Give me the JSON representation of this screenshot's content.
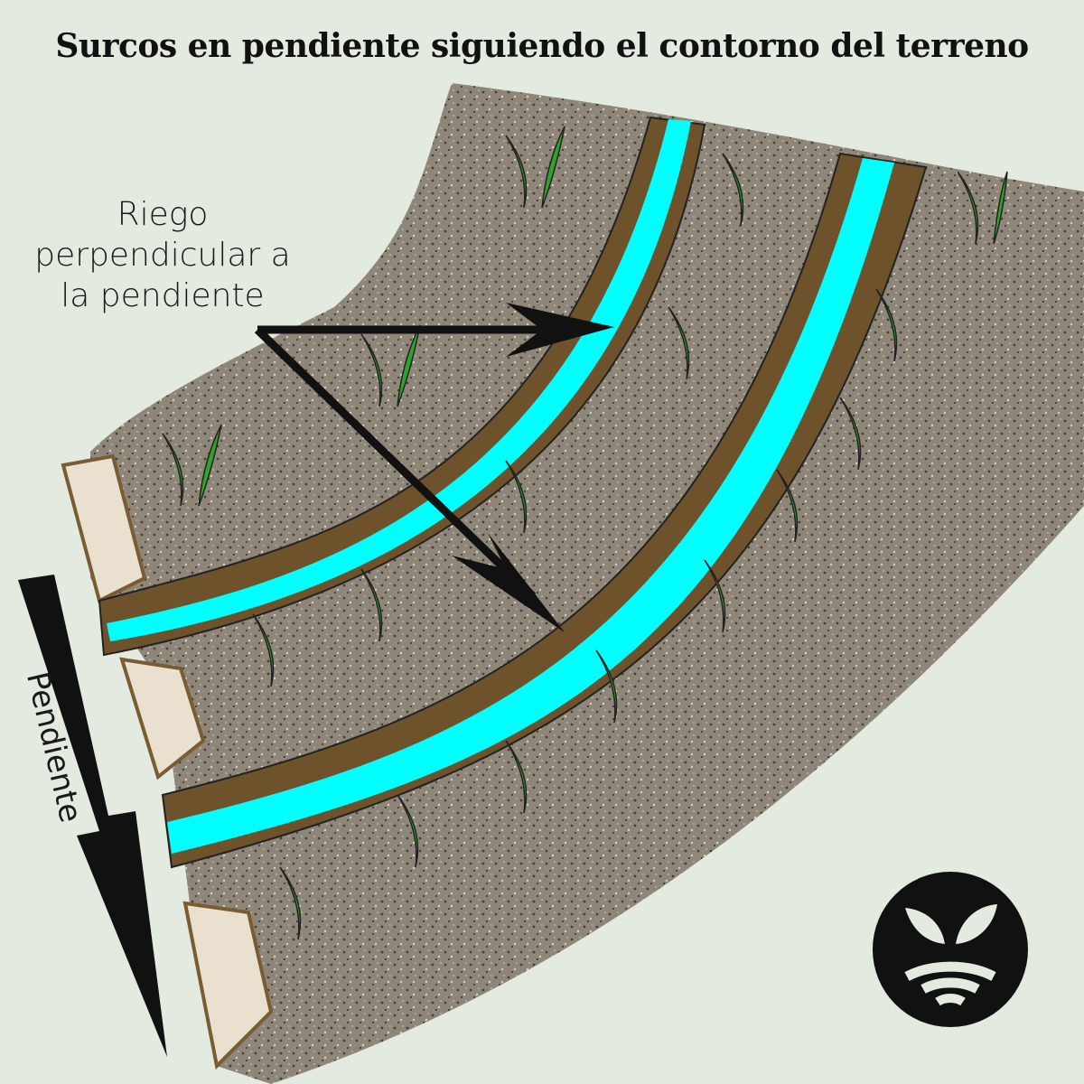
{
  "title": "Surcos en pendiente siguiendo el contorno del terreno",
  "annotations": {
    "irrigation_label": [
      "Riego",
      "perpendicular a",
      "la pendiente"
    ],
    "slope_label": "Pendiente"
  },
  "colors": {
    "background": "#e3ebe1",
    "soil": "#8f867a",
    "furrow_brown": "#6e522b",
    "water": "#00ffff",
    "grass": "#2ea52a",
    "arrow": "#111111",
    "logo_bg": "#111111",
    "logo_fg": "#e3ebe1"
  },
  "logo": {
    "icon": "plant-sprout-signal-icon"
  }
}
